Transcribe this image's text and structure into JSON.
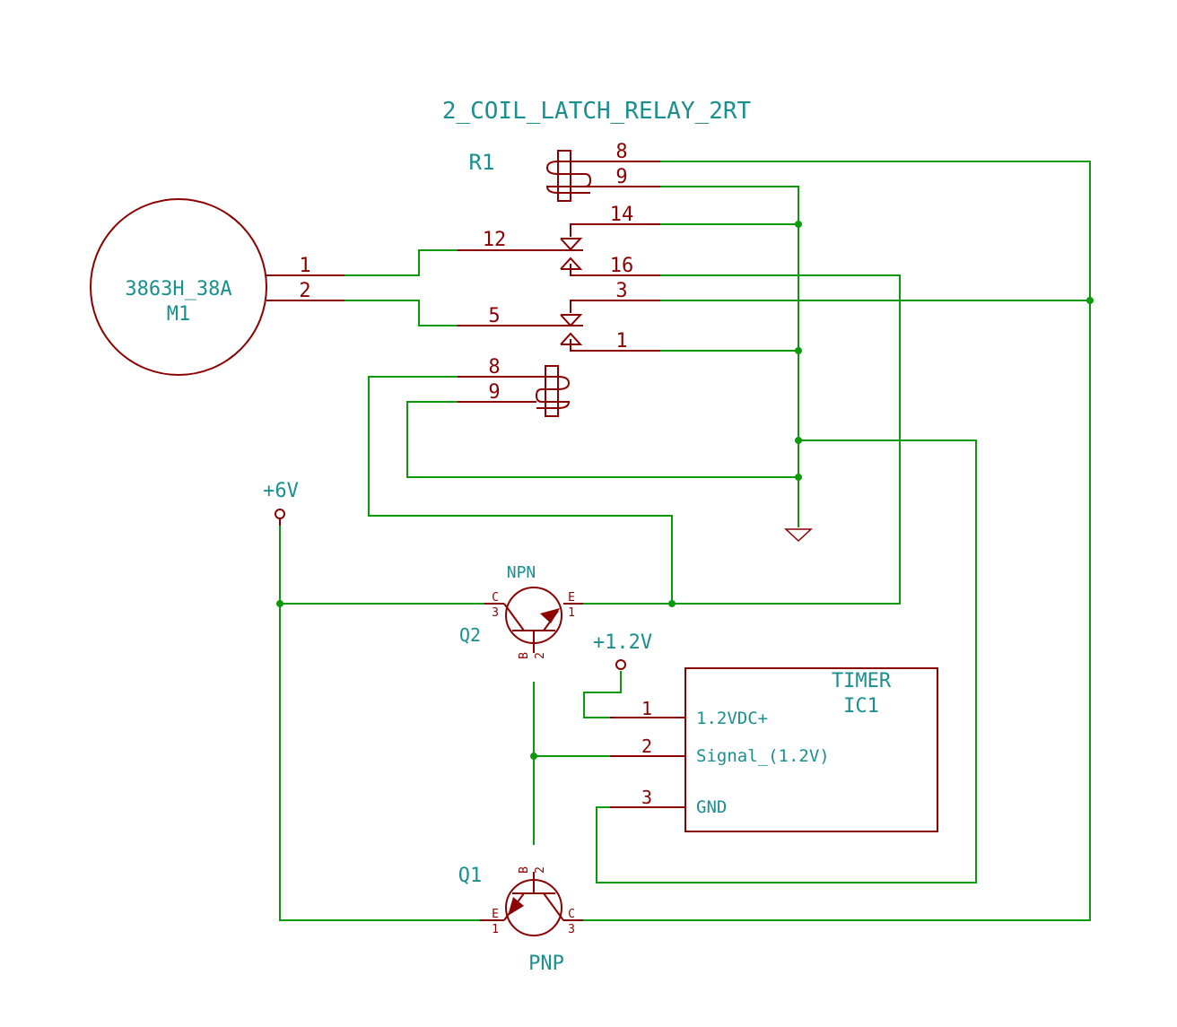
{
  "title": "2_COIL_LATCH_RELAY_2RT",
  "relay": {
    "ref": "R1",
    "coil_top_pins": [
      "8",
      "9"
    ],
    "contact_pins": [
      "14",
      "12",
      "16",
      "3",
      "5",
      "1"
    ],
    "coil_bottom_pins": [
      "8",
      "9"
    ]
  },
  "motor": {
    "value": "3863H_38A",
    "ref": "M1",
    "pins": [
      "1",
      "2"
    ]
  },
  "power": {
    "v6": "+6V",
    "v12": "+1.2V"
  },
  "q2": {
    "type": "NPN",
    "ref": "Q2",
    "c": "C",
    "e": "E",
    "b": "B",
    "pin_c": "3",
    "pin_e": "1",
    "pin_b": "2"
  },
  "q1": {
    "type": "PNP",
    "ref": "Q1",
    "c": "C",
    "e": "E",
    "b": "B",
    "pin_c": "3",
    "pin_e": "1",
    "pin_b": "2"
  },
  "timer": {
    "value": "TIMER",
    "ref": "IC1",
    "pins": [
      {
        "num": "1",
        "name": "1.2VDC+"
      },
      {
        "num": "2",
        "name": "Signal_(1.2V)"
      },
      {
        "num": "3",
        "name": "GND"
      }
    ]
  },
  "colors": {
    "wire": "#0a9a0a",
    "component": "#8b0000",
    "label": "#1a8f8f"
  }
}
